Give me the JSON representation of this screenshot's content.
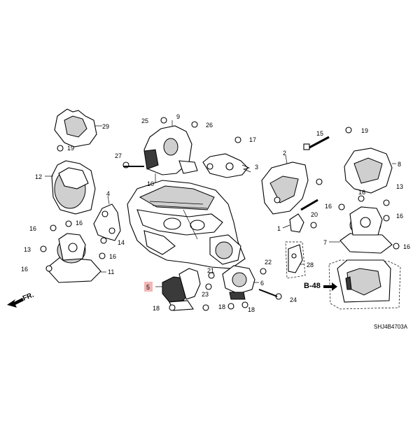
{
  "diagram": {
    "callouts": [
      "2",
      "3",
      "4",
      "5",
      "6",
      "7",
      "8",
      "9",
      "10",
      "11",
      "12",
      "13",
      "15",
      "16",
      "17",
      "18",
      "19",
      "20",
      "21",
      "22",
      "23",
      "24",
      "25",
      "26",
      "27",
      "28",
      "29",
      "1",
      "14"
    ],
    "highlighted_callout": "5",
    "highlight_color": "#f4b6b6",
    "reference_label": "B-48",
    "direction_label": "FR.",
    "diagram_code": "SHJ4B4703A"
  }
}
